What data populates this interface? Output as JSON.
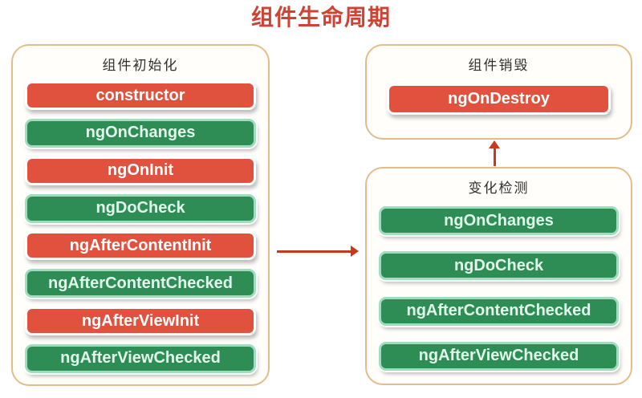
{
  "title": "组件生命周期",
  "colors": {
    "title": "#ce4434",
    "arrow": "#c6391b",
    "red_pill": "#e0513e",
    "green_pill": "#2e8c55",
    "green_pill_border": "#9fddbc",
    "box_border": "#e2bd8c",
    "header_text": "#2f2f2f"
  },
  "boxes": {
    "init": {
      "header": "组件初始化",
      "items": [
        {
          "label": "constructor",
          "color": "red"
        },
        {
          "label": "ngOnChanges",
          "color": "green"
        },
        {
          "label": "ngOnInit",
          "color": "red"
        },
        {
          "label": "ngDoCheck",
          "color": "green"
        },
        {
          "label": "ngAfterContentInit",
          "color": "red"
        },
        {
          "label": "ngAfterContentChecked",
          "color": "green"
        },
        {
          "label": "ngAfterViewInit",
          "color": "red"
        },
        {
          "label": "ngAfterViewChecked",
          "color": "green"
        }
      ]
    },
    "destroy": {
      "header": "组件销毁",
      "items": [
        {
          "label": "ngOnDestroy",
          "color": "red"
        }
      ]
    },
    "change_detection": {
      "header": "变化检测",
      "items": [
        {
          "label": "ngOnChanges",
          "color": "green"
        },
        {
          "label": "ngDoCheck",
          "color": "green"
        },
        {
          "label": "ngAfterContentChecked",
          "color": "green"
        },
        {
          "label": "ngAfterViewChecked",
          "color": "green"
        }
      ]
    }
  },
  "arrows": {
    "init_to_change_detection": "right",
    "change_detection_to_destroy": "up"
  }
}
